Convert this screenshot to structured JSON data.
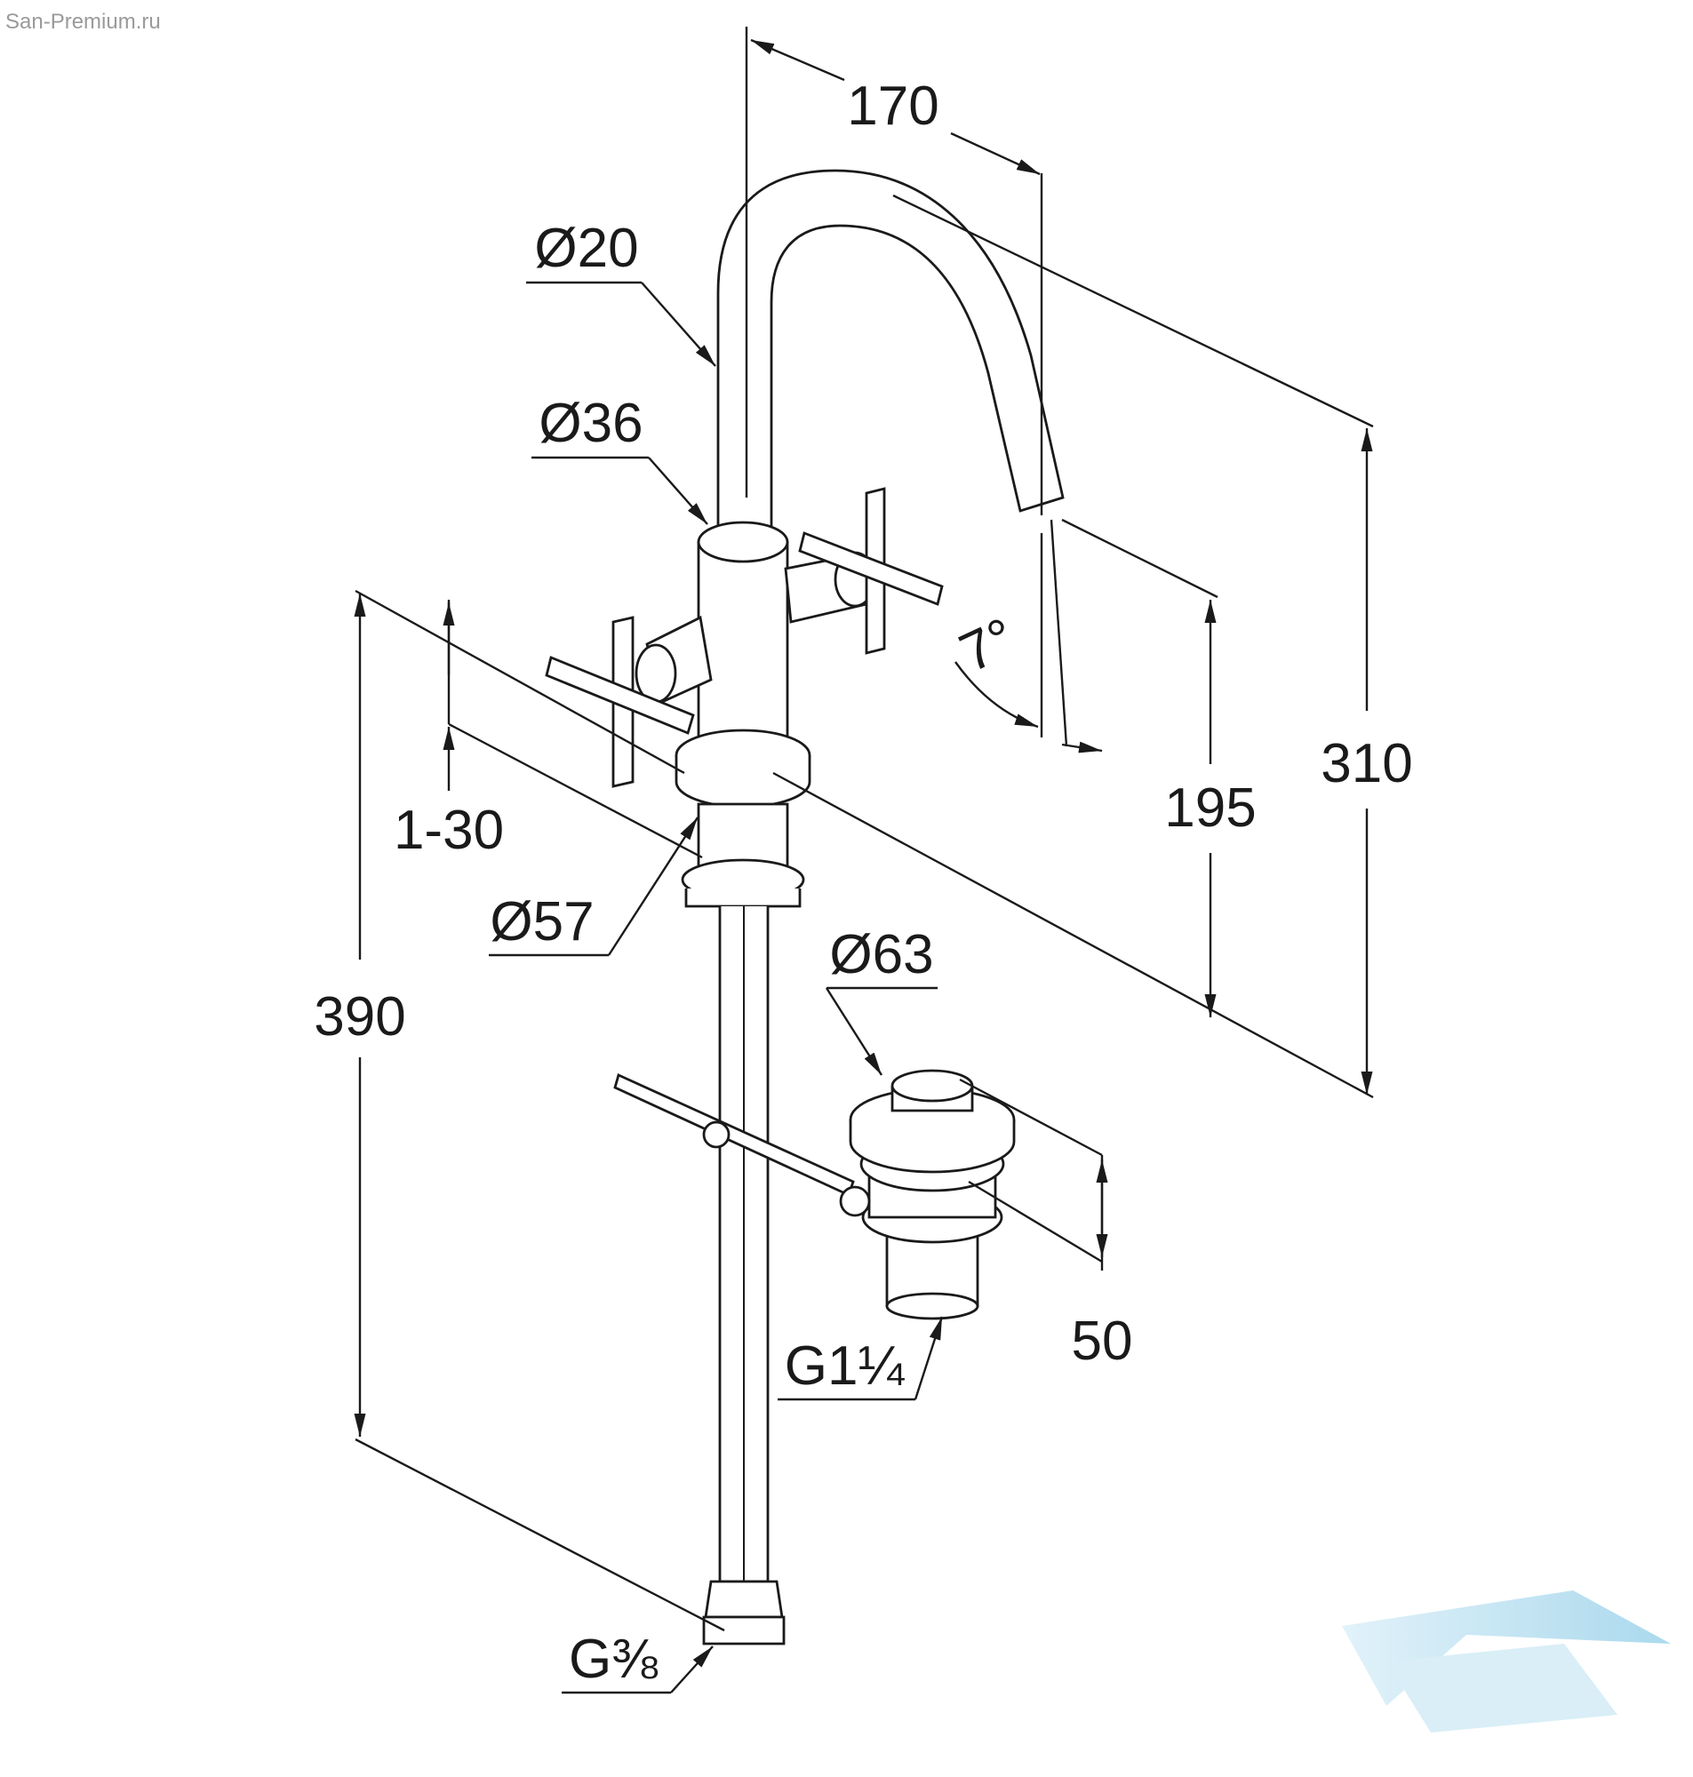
{
  "watermark": {
    "site": "San-Premium.ru"
  },
  "dimensions": {
    "d170": "170",
    "dia20": "Ø20",
    "dia36": "Ø36",
    "d310": "310",
    "d195": "195",
    "angle7": "7°",
    "d390": "390",
    "d1_30": "1-30",
    "dia57": "Ø57",
    "dia63": "Ø63",
    "d50": "50",
    "g1_1_4": "G1¼",
    "g3_8": "G⅜"
  }
}
